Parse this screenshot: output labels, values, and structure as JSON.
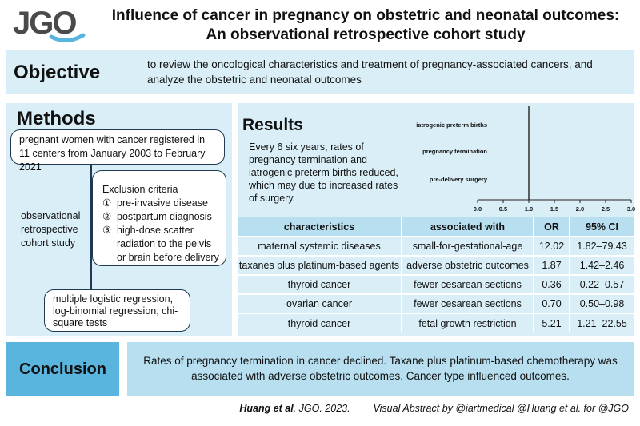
{
  "logo": {
    "text": "JGO"
  },
  "title": {
    "line1": "Influence of cancer in pregnancy on obstetric and neonatal outcomes:",
    "line2": "An observational retrospective cohort study"
  },
  "objective": {
    "label": "Objective",
    "text": "to review the oncological characteristics and treatment of pregnancy-associated cancers, and analyze the obstetric and neonatal outcomes"
  },
  "methods": {
    "label": "Methods",
    "population": "pregnant women with cancer registered in 11 centers from January 2003 to February 2021",
    "design": "observational retrospective cohort study",
    "exclusion": {
      "title": "Exclusion criteria",
      "items": [
        {
          "num": "①",
          "text": "pre-invasive disease"
        },
        {
          "num": "②",
          "text": "postpartum diagnosis"
        },
        {
          "num": "③",
          "text": "high-dose scatter radiation to the pelvis or brain before delivery"
        }
      ]
    },
    "analysis": "multiple logistic regression, log-binomial regression, chi-square tests"
  },
  "results": {
    "label": "Results",
    "text": "Every 6 six years, rates of pregnancy termination and iatrogenic preterm births reduced, which may due to increased rates of surgery.",
    "table": {
      "headers": [
        "characteristics",
        "associated with",
        "OR",
        "95% CI"
      ],
      "rows": [
        [
          "maternal systemic diseases",
          "small-for-gestational-age",
          "12.02",
          "1.82–79.43"
        ],
        [
          "taxanes plus platinum-based agents",
          "adverse obstetric outcomes",
          "1.87",
          "1.42–2.46"
        ],
        [
          "thyroid cancer",
          "fewer cesarean sections",
          "0.36",
          "0.22–0.57"
        ],
        [
          "ovarian cancer",
          "fewer cesarean sections",
          "0.70",
          "0.50–0.98"
        ],
        [
          "thyroid cancer",
          "fetal growth restriction",
          "5.21",
          "1.21–22.55"
        ]
      ]
    }
  },
  "chart_data": {
    "type": "scatter",
    "categories": [
      "iatrogenic preterm births",
      "pregnancy termination",
      "pre-delivery surgery"
    ],
    "x_ticks": [
      "0.0",
      "0.5",
      "1.0",
      "1.5",
      "2.0",
      "2.5",
      "3.0"
    ],
    "xlim": [
      0,
      3
    ],
    "reference_line": 1.0,
    "grid": false,
    "values": []
  },
  "conclusion": {
    "label": "Conclusion",
    "text": "Rates of pregnancy termination in cancer declined. Taxane plus platinum-based chemotherapy was associated with adverse obstetric outcomes. Cancer type influenced outcomes."
  },
  "footer": {
    "authors": "Huang et al",
    "citation": ". JGO. 2023.",
    "credit": "Visual Abstract by @iartmedical @Huang et al. for @JGO"
  },
  "colors": {
    "light_blue": "#d9eef7",
    "mid_blue": "#b8dff0",
    "accent_blue": "#5ab5de",
    "dark": "#1e3a52"
  }
}
